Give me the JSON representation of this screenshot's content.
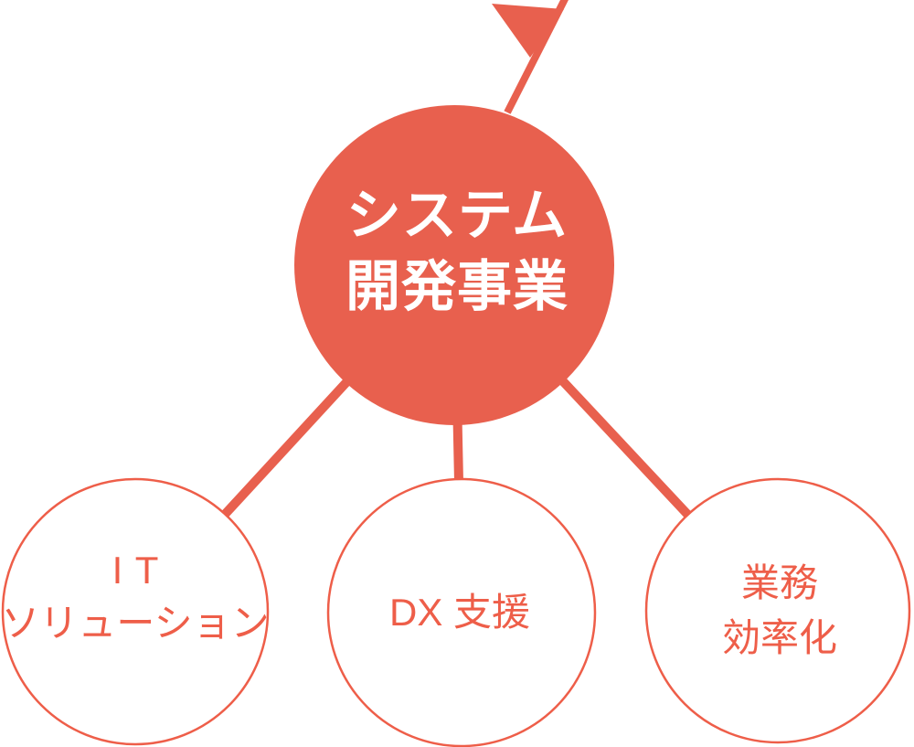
{
  "colors": {
    "accent": "#E8604E",
    "child_outline": "#EE5E49",
    "root_text_color": "#FFFFFF",
    "background": "#FFFFFF"
  },
  "diagram": {
    "root": {
      "icon": "flag-icon",
      "lines": [
        "システム",
        "開発事業"
      ]
    },
    "children": [
      {
        "lines": [
          "IT",
          "ソリューション"
        ]
      },
      {
        "lines": [
          "DX 支援"
        ]
      },
      {
        "lines": [
          "業務",
          "効率化"
        ]
      }
    ]
  }
}
